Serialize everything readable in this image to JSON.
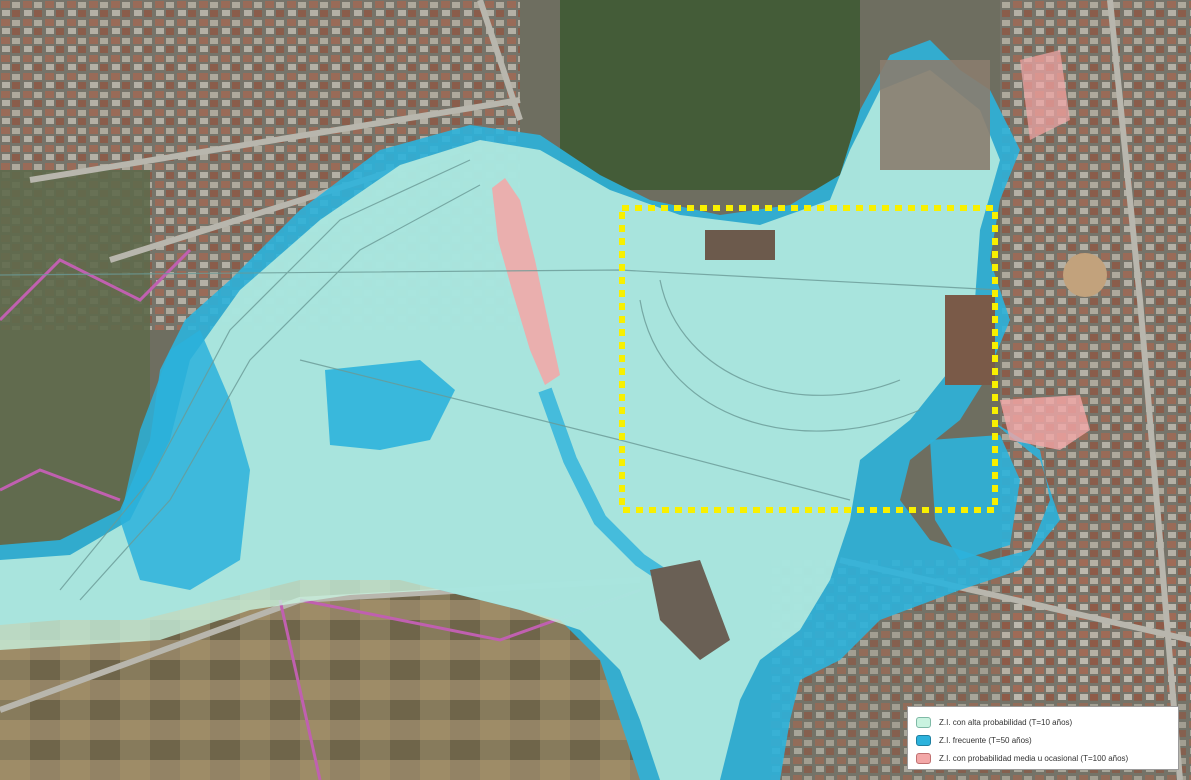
{
  "map": {
    "colors": {
      "frequent_50": "#2cb2dc",
      "high_prob_10": "#c9f3e0",
      "medium_100": "#f3a7a7",
      "study_box": "#f8f000"
    },
    "legend": {
      "items": [
        {
          "label": "Z.I. con alta probabilidad (T=10 años)",
          "color": "#c9f3e0"
        },
        {
          "label": "Z.I. frecuente (T=50 años)",
          "color": "#2cb2dc"
        },
        {
          "label": "Z.I. con probabilidad media u ocasional (T=100 años)",
          "color": "#f3a7a7"
        }
      ]
    }
  }
}
